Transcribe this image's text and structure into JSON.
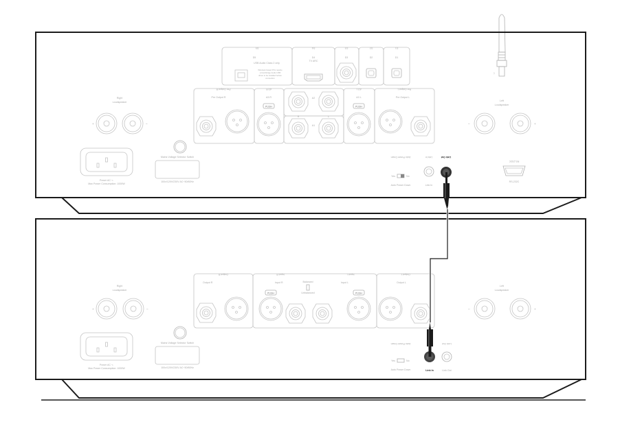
{
  "top_unit": {
    "digital": {
      "usb": {
        "header": "D5",
        "name": "D5",
        "title": "USB Audio Class 2 only",
        "note": [
          "Windows based PCs require",
          "a Cambridge Audio USB",
          "driver to be installed before",
          "connection"
        ]
      },
      "d4": {
        "header": "D4",
        "name": "D4",
        "sub": "TV ARC"
      },
      "d3": {
        "header": "D3",
        "name": "D3"
      },
      "d2": {
        "header": "D2",
        "name": "D2"
      },
      "d1": {
        "header": "D1",
        "name": "D1"
      }
    },
    "analog": {
      "pre_out_r": {
        "header": "Pre Output R",
        "label": "Pre Output R"
      },
      "a3_r": {
        "header": "A3 R",
        "label": "A3 R",
        "push": "PUSH"
      },
      "a2": {
        "label": "A2",
        "r": "R",
        "l": "L"
      },
      "a1": {
        "label": "A1",
        "r": "R",
        "l": "L"
      },
      "a3_l": {
        "header": "A3 L",
        "label": "A3 L",
        "push": "PUSH"
      },
      "pre_out_l": {
        "header": "Pre Output L",
        "label": "Pre Output L"
      }
    },
    "right_speaker": {
      "label1": "Right",
      "label2": "Loudspeaker",
      "plus": "+",
      "minus": "–"
    },
    "left_speaker": {
      "label1": "Left",
      "label2": "Loudspeaker",
      "plus": "+",
      "minus": "–"
    },
    "power": {
      "label": "Power AC ∿",
      "consumption": "Max Power Consumption: 1000W"
    },
    "mains": {
      "label": "Mains Voltage Selector Switch",
      "values": "100v/120V/230V AC~50/60Hz"
    },
    "auto_power_down": {
      "label": "Auto Power Down",
      "yes": "Yes",
      "no": "No"
    },
    "link_in": "Link In",
    "link_out": "Link Out",
    "rs232": "RS-232C"
  },
  "bottom_unit": {
    "output_r": "Output R",
    "input_r": "Input R",
    "balanced": "Balanced",
    "unbalanced": "Unbalanced",
    "input_l": "Input L",
    "output_l": "Output L",
    "push": "PUSH",
    "right_speaker": {
      "label1": "Right",
      "label2": "Loudspeaker",
      "plus": "+",
      "minus": "–"
    },
    "left_speaker": {
      "label1": "Left",
      "label2": "Loudspeaker",
      "plus": "+",
      "minus": "–"
    },
    "power": {
      "label": "Power AC ∿",
      "consumption": "Max Power Consumption: 1000W"
    },
    "mains": {
      "label": "Mains Voltage Selector Switch",
      "values": "100v/120V/230V AC~50/60Hz"
    },
    "auto_power_down": {
      "label": "Auto Power Down",
      "yes": "Yes",
      "no": "No"
    },
    "link_in": "Link In",
    "link_out": "Link Out"
  },
  "colors": {
    "frame": "#1a1a1a",
    "line_art": "#c4c4c4",
    "cable": "#1a1a1a"
  }
}
